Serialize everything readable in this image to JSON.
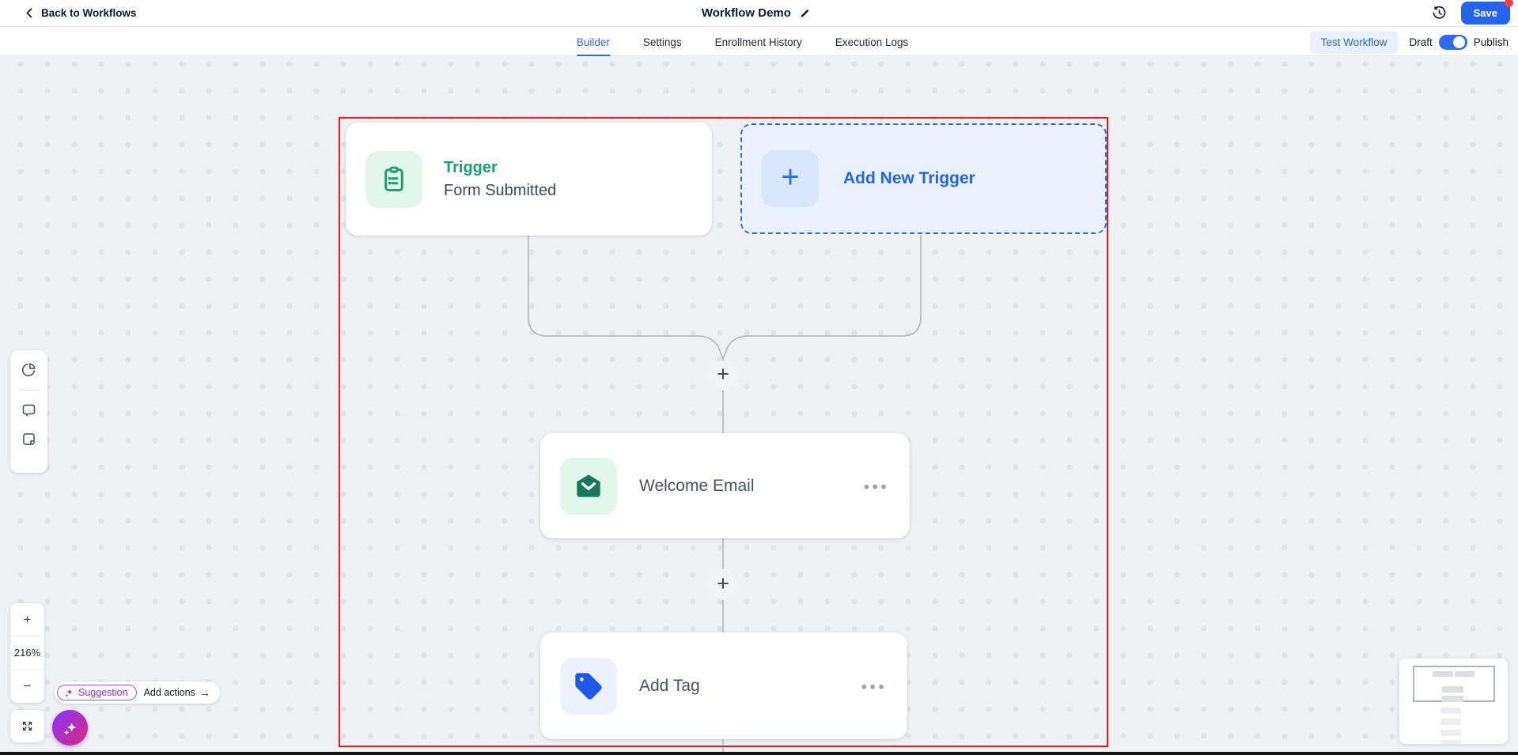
{
  "header": {
    "back_label": "Back to Workflows",
    "title": "Workflow Demo",
    "save_label": "Save"
  },
  "tabs": {
    "active": "Builder",
    "items": [
      {
        "label": "Builder"
      },
      {
        "label": "Settings"
      },
      {
        "label": "Enrollment History"
      },
      {
        "label": "Execution Logs"
      }
    ]
  },
  "workflow_bar": {
    "test_workflow_label": "Test Workflow",
    "draft_label": "Draft",
    "publish_label": "Publish",
    "toggle_state": "on"
  },
  "canvas": {
    "trigger_card": {
      "title": "Trigger",
      "subtitle": "Form Submitted"
    },
    "add_trigger_card": {
      "label": "Add New Trigger"
    },
    "welcome_card": {
      "label": "Welcome Email"
    },
    "add_tag_card": {
      "label": "Add Tag"
    }
  },
  "zoom_controls": {
    "zoom_in": "+",
    "zoom_level": "216%",
    "zoom_out": "−"
  },
  "suggestion": {
    "badge_label": "Suggestion",
    "action_label": "Add actions",
    "arrow": "→"
  },
  "icons": {
    "plus": "+",
    "menu_dots": "●●●"
  },
  "colors": {
    "accent_blue": "#2563eb",
    "trigger_green": "#17a173",
    "selection_red": "#ef1b1b",
    "suggestion_purple": "#7c3aed",
    "toggle_blue": "#2f6bf0"
  }
}
